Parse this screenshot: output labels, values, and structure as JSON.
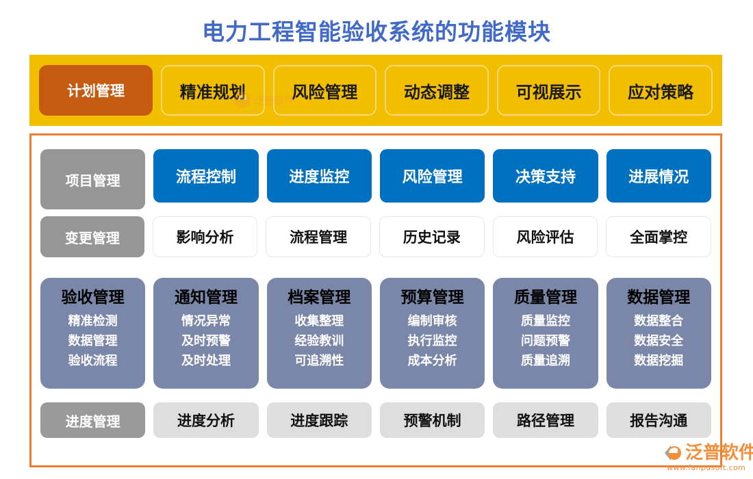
{
  "page": {
    "title": "电力工程智能验收系统的功能模块",
    "title_color": "#4169C8",
    "header_bar_color": "#F2BF00",
    "frame_border_color": "#ED7D31"
  },
  "header": {
    "active_chip": {
      "label": "计划管理",
      "bg": "#C55A11",
      "color": "#FFFFFF"
    },
    "chips": [
      {
        "label": "精准规划"
      },
      {
        "label": "风险管理"
      },
      {
        "label": "动态调整"
      },
      {
        "label": "可视展示"
      },
      {
        "label": "应对策略"
      }
    ],
    "watermark_icon": "fanpu-logo-watermark-icon"
  },
  "grid": {
    "row_blue": {
      "lead": {
        "label": "项目管理",
        "bg": "#969696"
      },
      "cells": [
        {
          "label": "流程控制"
        },
        {
          "label": "进度监控"
        },
        {
          "label": "风险管理"
        },
        {
          "label": "决策支持"
        },
        {
          "label": "进展情况"
        }
      ],
      "fill_color": "#0070C0"
    },
    "row_white": {
      "lead": {
        "label": "变更管理",
        "bg": "#969696"
      },
      "cells": [
        {
          "label": "影响分析"
        },
        {
          "label": "流程管理"
        },
        {
          "label": "历史记录"
        },
        {
          "label": "风险评估"
        },
        {
          "label": "全面掌控"
        }
      ],
      "fill_color": "#FFFFFF"
    },
    "row_slate": {
      "card_color": "#7B87A8",
      "cards": [
        {
          "title": "验收管理",
          "items": [
            "精准检测",
            "数据管理",
            "验收流程"
          ]
        },
        {
          "title": "通知管理",
          "items": [
            "情况异常",
            "及时预警",
            "及时处理"
          ]
        },
        {
          "title": "档案管理",
          "items": [
            "收集整理",
            "经验教训",
            "可追溯性"
          ]
        },
        {
          "title": "预算管理",
          "items": [
            "编制审核",
            "执行监控",
            "成本分析"
          ]
        },
        {
          "title": "质量管理",
          "items": [
            "质量监控",
            "问题预警",
            "质量追溯"
          ]
        },
        {
          "title": "数据管理",
          "items": [
            "数据整合",
            "数据安全",
            "数据挖掘"
          ]
        }
      ]
    },
    "row_gray": {
      "lead": {
        "label": "进度管理",
        "bg": "#9A9A9A"
      },
      "cells": [
        {
          "label": "进度分析"
        },
        {
          "label": "进度跟踪"
        },
        {
          "label": "预警机制"
        },
        {
          "label": "路径管理"
        },
        {
          "label": "报告沟通"
        }
      ],
      "fill_color": "#DEDEDE"
    }
  },
  "brand": {
    "name": "泛普软件",
    "url": "www.fanpusoft.com",
    "color": "#F18F3B",
    "icon": "fanpu-logo-icon"
  }
}
